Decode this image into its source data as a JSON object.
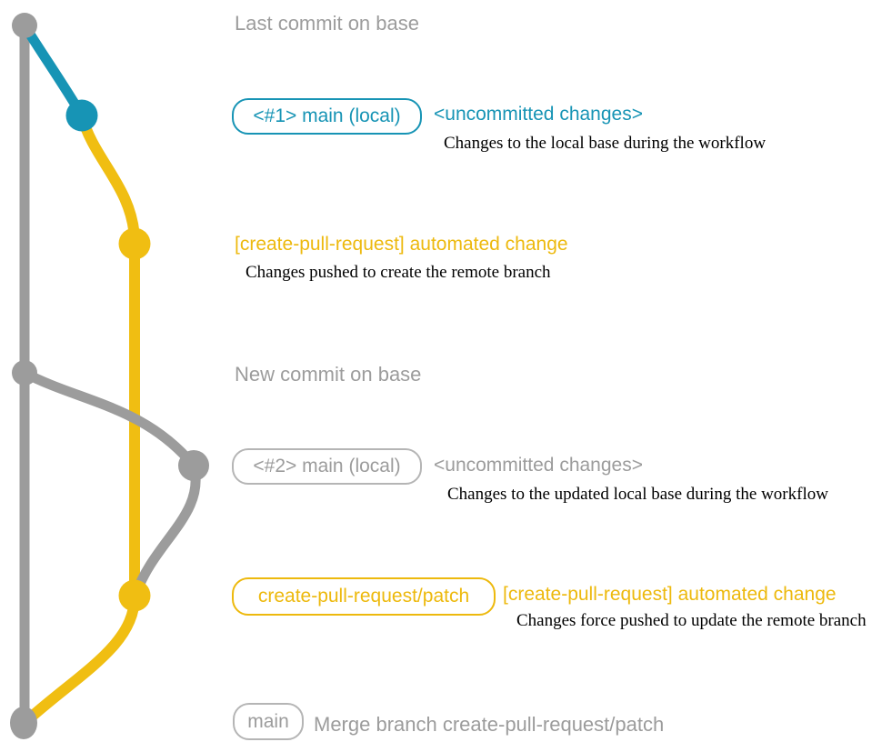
{
  "diagram_title": "create-pull-request workflow git graph",
  "colors": {
    "teal": "#1794b5",
    "yellow": "#f0be12",
    "gray": "#9c9c9c",
    "caption_text": "#000000",
    "background": "#ffffff"
  },
  "annotations": {
    "last_commit": "Last commit on base",
    "new_commit": "New commit on base"
  },
  "rows": {
    "local1": {
      "badge": "<#1> main (local)",
      "title": "<uncommitted changes>",
      "caption": "Changes to the local base during the workflow"
    },
    "push1": {
      "title": "[create-pull-request] automated change",
      "caption": "Changes pushed to create the remote branch"
    },
    "local2": {
      "badge": "<#2> main (local)",
      "title": "<uncommitted changes>",
      "caption": "Changes to the updated local base during the workflow"
    },
    "push2": {
      "badge": "create-pull-request/patch",
      "title": "[create-pull-request] automated change",
      "caption": "Changes force pushed to update the remote branch"
    },
    "merge": {
      "badge": "main",
      "title": "Merge branch create-pull-request/patch"
    }
  },
  "graph": {
    "branches": [
      "base (gray)",
      "main local (teal)",
      "create-pull-request/patch (yellow)"
    ],
    "commit_count": 7
  }
}
